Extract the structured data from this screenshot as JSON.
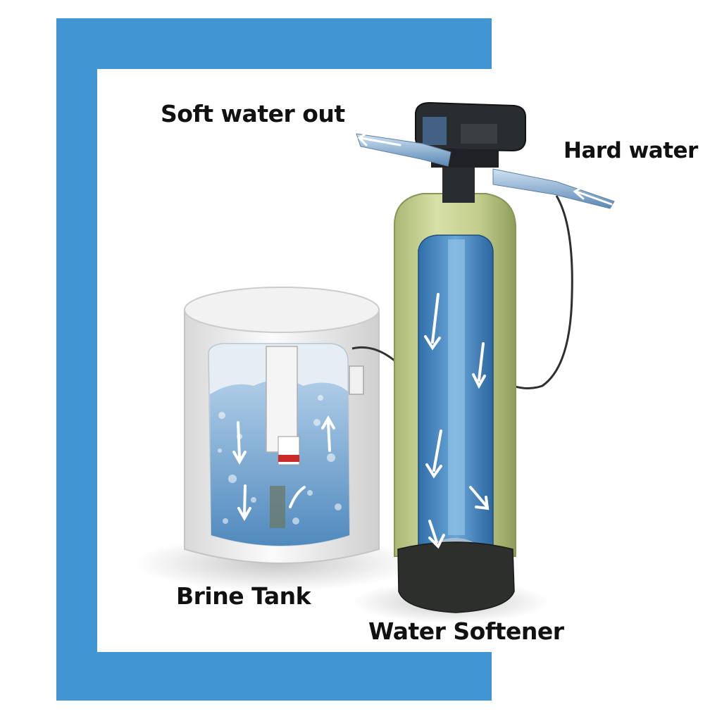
{
  "colors": {
    "frame_blue": "#3f96d3",
    "background": "#ffffff",
    "softener_tank": "#c4cf8e",
    "resin_water": "#4c8fc8",
    "brine_tank": "#ececec",
    "control_head": "#2a2d30",
    "base": "#2c2f2c"
  },
  "labels": {
    "soft_water_out": "Soft water out",
    "hard_water": "Hard water",
    "brine_tank": "Brine Tank",
    "water_softener": "Water Softener"
  },
  "icons": [
    "flow-arrow-icon"
  ]
}
